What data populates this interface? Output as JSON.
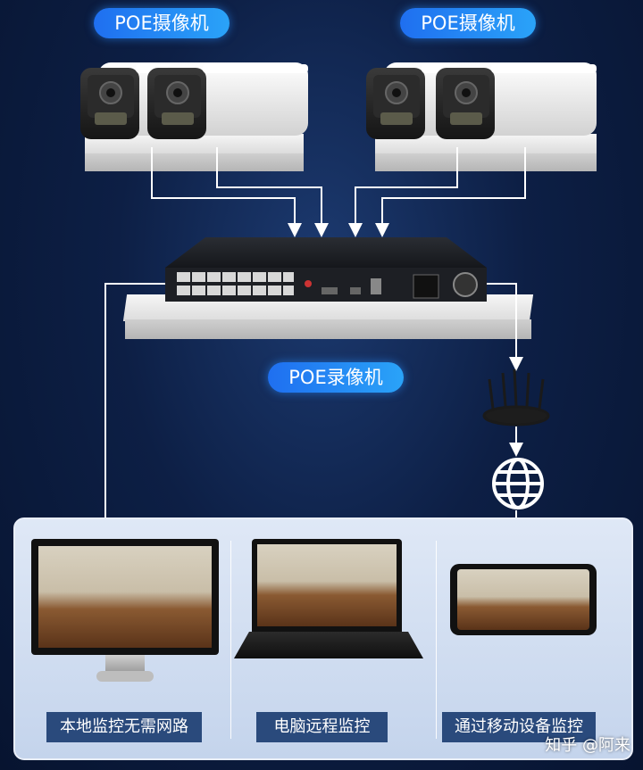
{
  "labels": {
    "poe_camera_left": "POE摄像机",
    "poe_camera_right": "POE摄像机",
    "poe_nvr": "POE录像机",
    "local_monitor": "本地监控无需网路",
    "pc_remote": "电脑远程监控",
    "mobile_monitor": "通过移动设备监控"
  },
  "watermark": "知乎 @阿来",
  "colors": {
    "background": "#0d1f45",
    "pill_blue": "#1f6ff0",
    "caption_bg": "#2a4a7c",
    "line": "#ffffff"
  },
  "icons": [
    "camera-icon",
    "nvr-icon",
    "router-icon",
    "globe-icon",
    "monitor-icon",
    "laptop-icon",
    "phone-icon",
    "arrow-down-icon"
  ]
}
